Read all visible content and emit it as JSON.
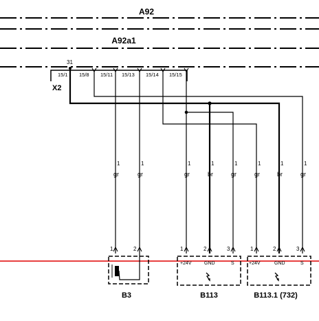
{
  "modules": {
    "a92": "A92",
    "a92a1": "A92a1"
  },
  "connector": {
    "name": "X2",
    "pin_31": "31",
    "pins": [
      "15/1",
      "15/8",
      "15/11",
      "15/13",
      "15/14",
      "15/15"
    ]
  },
  "wires": [
    {
      "num": "1",
      "color": "gr"
    },
    {
      "num": "1",
      "color": "gr"
    },
    {
      "num": "1",
      "color": "gr"
    },
    {
      "num": "1",
      "color": "br"
    },
    {
      "num": "1",
      "color": "gr"
    },
    {
      "num": "1",
      "color": "gr"
    },
    {
      "num": "1",
      "color": "br"
    },
    {
      "num": "1",
      "color": "gr"
    }
  ],
  "components": {
    "b3": {
      "label": "B3",
      "pins": [
        "1",
        "2"
      ]
    },
    "b113": {
      "label": "B113",
      "pins": [
        "1",
        "2",
        "3"
      ],
      "terminals": [
        "+24V",
        "GND",
        "S"
      ]
    },
    "b113_1": {
      "label": "B113.1 (732)",
      "pins": [
        "1",
        "2",
        "3"
      ],
      "terminals": [
        "+24V",
        "GND",
        "S"
      ]
    }
  },
  "colors": {
    "wire": "#000000",
    "marker_line": "#e00000"
  }
}
